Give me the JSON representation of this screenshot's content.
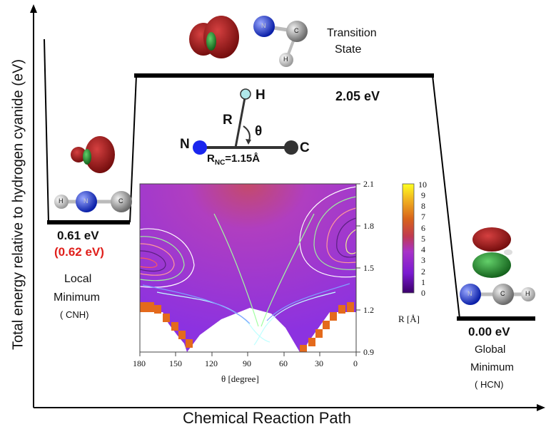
{
  "axes": {
    "y_label": "Total energy relative to hydrogen cyanide (eV)",
    "x_label": "Chemical Reaction Path"
  },
  "states": {
    "local_min": {
      "energy": "0.61 eV",
      "energy_alt": "(0.62 eV)",
      "line1": "Local",
      "line2": "Minimum",
      "line3": "( CNH)"
    },
    "transition": {
      "energy": "2.05 eV",
      "line1": "Transition",
      "line2": "State"
    },
    "global_min": {
      "energy": "0.00 eV",
      "line1": "Global",
      "line2": "Minimum",
      "line3": "( HCN)"
    }
  },
  "geometry_inset": {
    "atom_n": "N",
    "atom_c": "C",
    "atom_h": "H",
    "r_label": "R",
    "theta_label": "θ",
    "rnc_label": "R_NC=1.15Å"
  },
  "atom_labels": {
    "h": "H",
    "n": "N",
    "c": "C"
  },
  "contour_plot": {
    "x_title": "θ [degree]",
    "y_title": "R [Å]",
    "x_ticks": [
      "180",
      "150",
      "120",
      "90",
      "60",
      "30",
      "0"
    ],
    "y_ticks": [
      "2.1",
      "1.8",
      "1.5",
      "1.2",
      "0.9"
    ],
    "colorbar_ticks": [
      "10",
      "9",
      "8",
      "7",
      "6",
      "5",
      "4",
      "3",
      "2",
      "1",
      "0"
    ]
  },
  "colors": {
    "atom_n": "#1330c8",
    "atom_c": "#8a8a8a",
    "atom_h": "#e8e8e8",
    "orbital_red": "#9b1414",
    "orbital_green": "#1f8a2a",
    "highlight_red": "#e0201c",
    "level_line": "#000000"
  }
}
